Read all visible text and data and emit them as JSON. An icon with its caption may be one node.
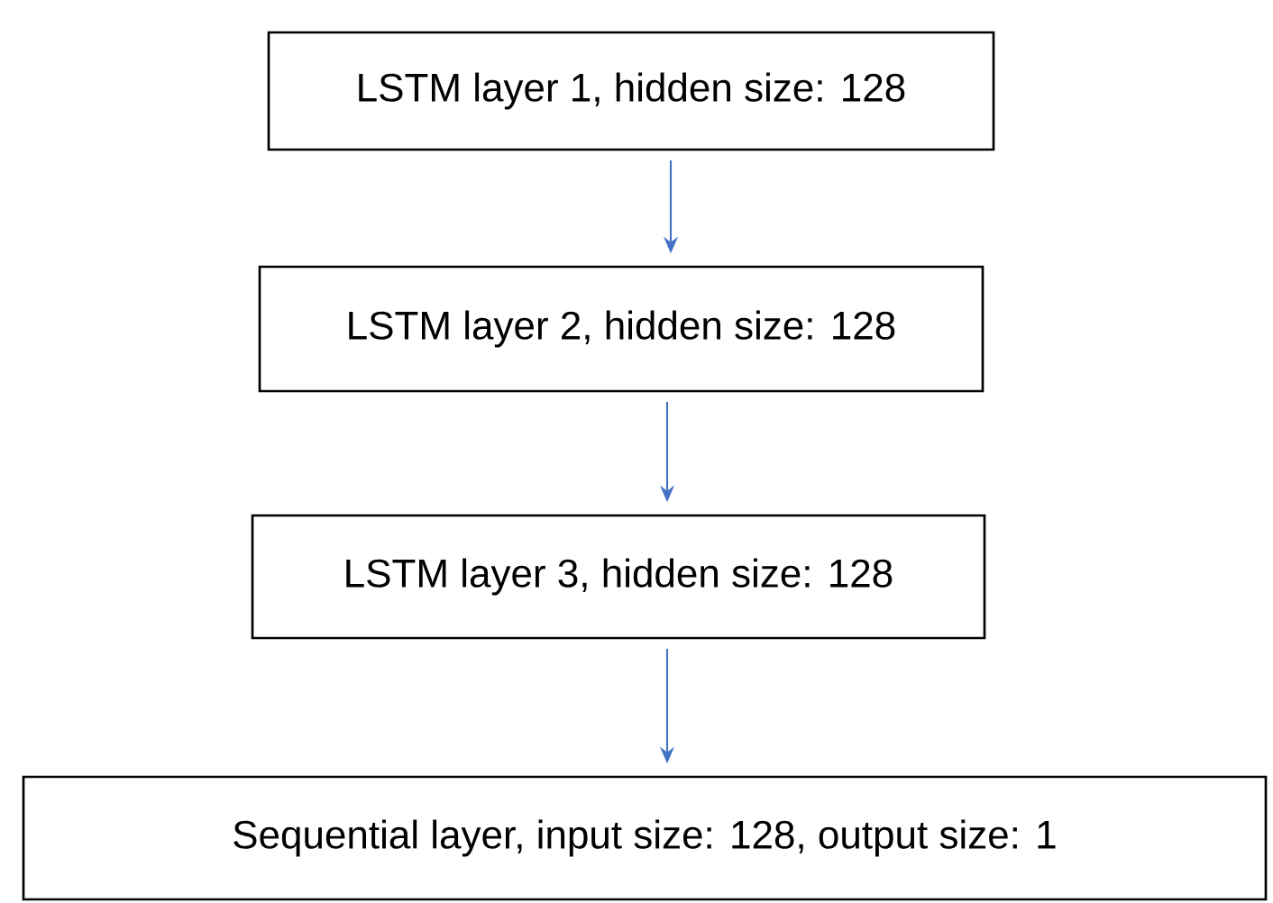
{
  "diagram": {
    "nodes": [
      {
        "text": [
          "LSTM layer 1, hidden size: 128"
        ]
      },
      {
        "text": [
          "LSTM layer 2, hidden size: 128"
        ]
      },
      {
        "text": [
          "LSTM layer 3, hidden size: 128"
        ]
      },
      {
        "text": [
          "Sequential layer, input size: 128, output size: 1"
        ]
      }
    ],
    "edges": [
      {
        "from": 0,
        "to": 1,
        "arrow": "to"
      },
      {
        "from": 1,
        "to": 2,
        "arrow": "to"
      },
      {
        "from": 2,
        "to": 3,
        "arrow": "to"
      }
    ]
  }
}
